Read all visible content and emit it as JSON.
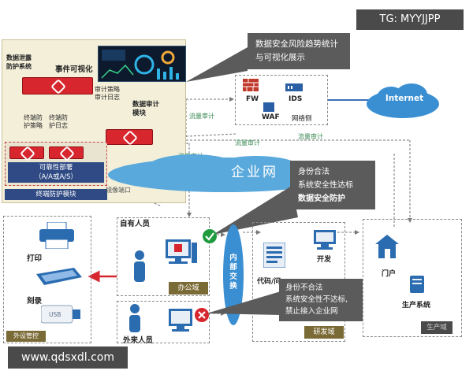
{
  "watermark_top": "TG: MYYJJPP",
  "watermark_bottom": "www.qdsxdl.com",
  "left_panel": {
    "title_line1": "数据泄露",
    "title_line2": "防护系统",
    "event_viz": "事件可视化",
    "audit_strategy_line1": "审计策略",
    "audit_strategy_line2": "审计日志",
    "db_audit_line1": "数据审计",
    "db_audit_line2": "模块",
    "terminal_strategy_line1": "终端防",
    "terminal_strategy_line2": "护策略",
    "terminal_log_line1": "终端防",
    "terminal_log_line2": "护日志",
    "deploy_line1": "可靠性部署",
    "deploy_line2": "（A/A或A/S）",
    "terminal_module": "终端防护模块",
    "mirror_port": "镜像端口"
  },
  "callout_top": {
    "line1": "数据安全风险趋势统计",
    "line2": "与可视化展示"
  },
  "network_side": {
    "fw": "FW",
    "ids": "IDS",
    "waf": "WAF",
    "label": "网络侧"
  },
  "internet": "Internet",
  "flow_audit": [
    "流量审计",
    "流量审计",
    "流量审计",
    "流量审计"
  ],
  "enterprise_net": "企业网",
  "callout_pass": {
    "line1": "身份合法",
    "line2": "系统安全性达标",
    "line3": "数据安全防护"
  },
  "callout_fail": {
    "line1": "身份不合法",
    "line2": "系统安全性不达标,",
    "line3": "禁止接入企业网"
  },
  "peripheral": {
    "print": "打印",
    "burn": "刻录",
    "usb": "USB",
    "tag": "外设管控"
  },
  "office": {
    "own_staff": "自有人员",
    "tag": "办公域"
  },
  "visitor": {
    "label": "外来人员"
  },
  "exchange": {
    "line1": "内",
    "line2": "部",
    "line3": "交",
    "line4": "换"
  },
  "dev": {
    "code": "代码/问",
    "develop": "开发",
    "tag": "研发域"
  },
  "prod": {
    "portal": "门户",
    "system": "生产系统",
    "tag": "生产域"
  },
  "colors": {
    "red_device": "#d7262e",
    "cloud_blue": "#3a8fd3",
    "check_green": "#1f9b3f",
    "deny_red": "#d7262e",
    "callout_gray": "#5b5b5b"
  }
}
